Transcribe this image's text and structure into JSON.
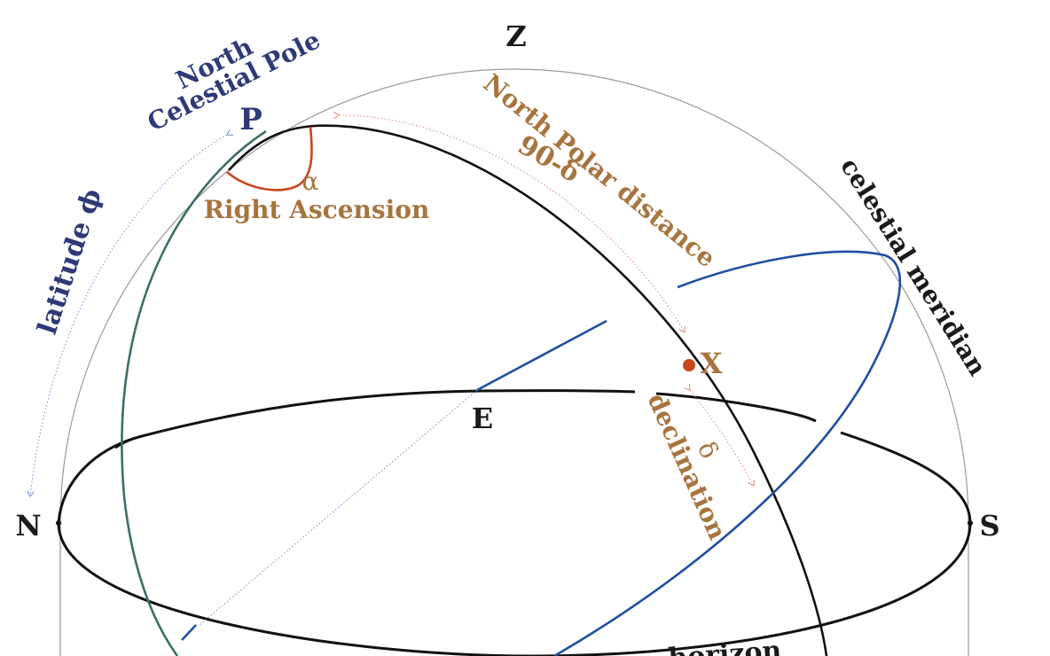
{
  "colors": {
    "sphere": "#9a9a9a",
    "black_curve": "#111111",
    "equator": "#1f4fa3",
    "hour_circle": "#3d6e6a",
    "arc_red": "#c8471f",
    "label_navy": "#2e3a78",
    "label_brown": "#a8743e",
    "arrow_blue": "#6f8fcf",
    "arrow_red": "#d88a7a",
    "point_x": "#c8471f"
  },
  "labels": {
    "zenith": "Z",
    "north_celestial_pole_line1": "North",
    "north_celestial_pole_line2": "Celestial Pole",
    "pole": "P",
    "north": "N",
    "south": "S",
    "east": "E",
    "star": "X",
    "alpha": "α",
    "right_ascension": "Right Ascension",
    "north_polar_distance": "North Polar distance",
    "ninety_minus_delta": "90-δ",
    "celestial_meridian": "celestial meridian",
    "latitude": "latitude ϕ",
    "delta": "δ",
    "declination": "declination",
    "horizon": "horizon"
  }
}
